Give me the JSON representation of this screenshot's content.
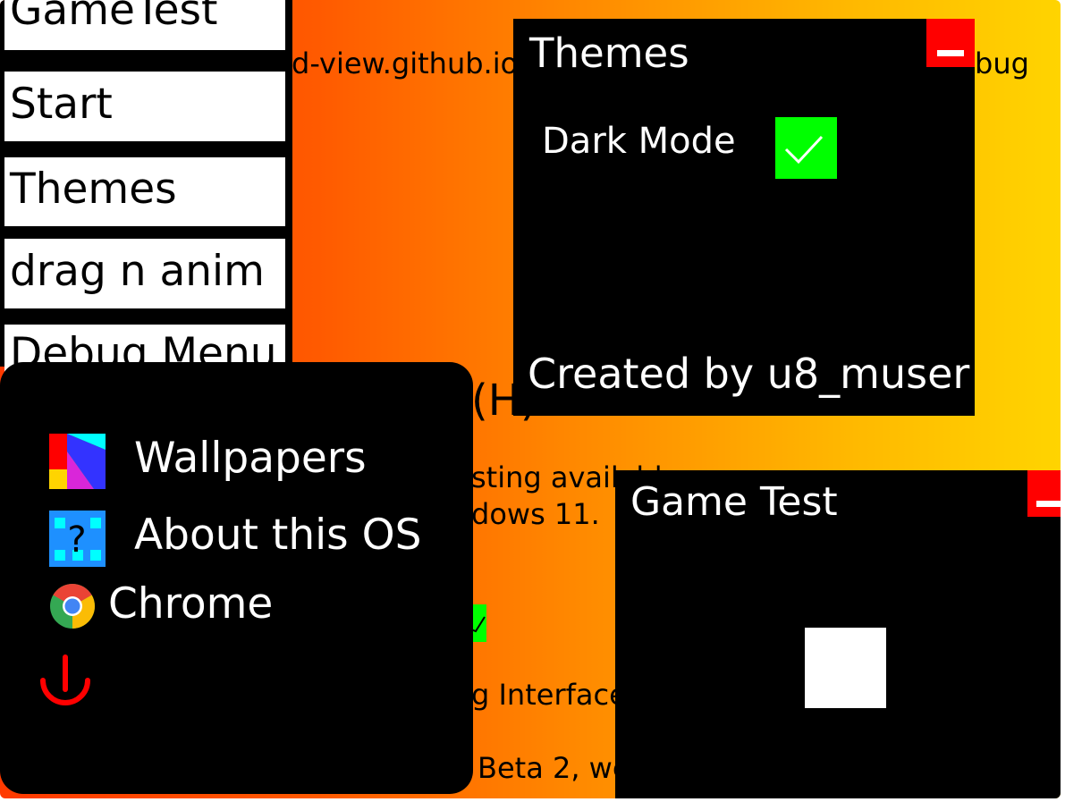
{
  "sidebar": {
    "items": [
      {
        "label": "GameTest"
      },
      {
        "label": "Start"
      },
      {
        "label": "Themes"
      },
      {
        "label": "drag n anim"
      },
      {
        "label": "Debug Menu"
      }
    ]
  },
  "background": {
    "url_fragment": "d-view.github.io",
    "debug_fragment": "bug",
    "heading_fragment": "(H)",
    "line1": "sting availabl",
    "line2": "dows 11.",
    "line3": "g Interface",
    "line4": "Beta 2, we"
  },
  "themes_window": {
    "title": "Themes",
    "dark_mode_label": "Dark Mode",
    "dark_mode_checked": true,
    "footer": "Created by u8_muser"
  },
  "game_window": {
    "title": "Game Test"
  },
  "start_menu": {
    "items": [
      {
        "label": "Wallpapers",
        "icon": "wallpapers-icon"
      },
      {
        "label": "About this OS",
        "icon": "about-icon"
      },
      {
        "label": "Chrome",
        "icon": "chrome-icon"
      }
    ],
    "power_icon": "power-icon"
  },
  "colors": {
    "close_red": "#ff0000",
    "check_green": "#00ff00",
    "gradient_start": "#ff3a00",
    "gradient_end": "#ffd400"
  }
}
